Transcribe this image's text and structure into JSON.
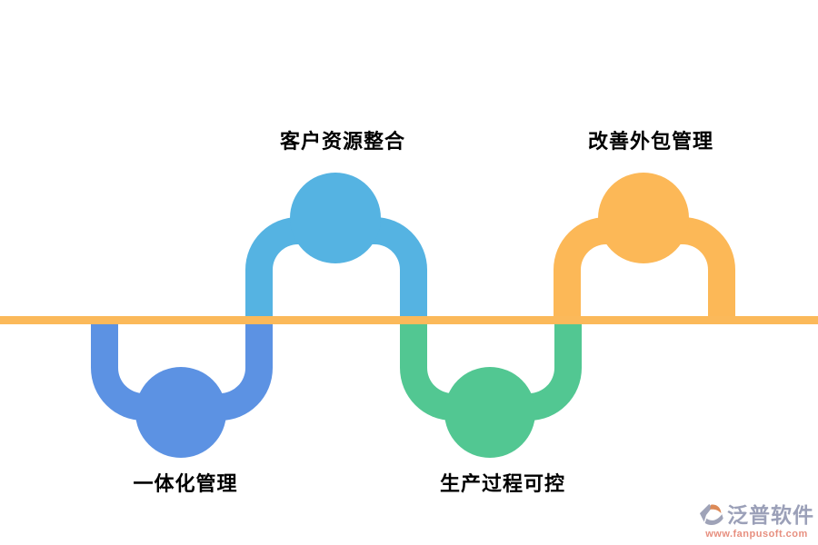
{
  "diagram": {
    "baseline_color": "#FBB95A",
    "label_color": "#000000",
    "nodes": [
      {
        "label": "一体化管理",
        "color": "#5C92E3",
        "side": "below"
      },
      {
        "label": "客户资源整合",
        "color": "#55B3E2",
        "side": "above"
      },
      {
        "label": "生产过程可控",
        "color": "#52C792",
        "side": "below"
      },
      {
        "label": "改善外包管理",
        "color": "#FCB857",
        "side": "above"
      }
    ]
  },
  "watermark": {
    "brand": "泛普软件",
    "url": "www.fanpusoft.com",
    "brand_color": "#9BA0B8",
    "url_color": "#E78F7F",
    "logo_gray": "#9FA3B8",
    "logo_orange": "#DC8A58"
  }
}
